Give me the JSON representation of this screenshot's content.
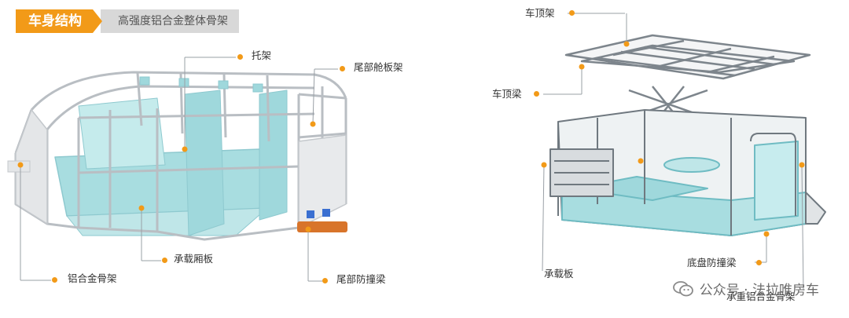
{
  "header": {
    "title": "车身结构",
    "subtitle": "高强度铝合金整体骨架"
  },
  "left_labels": {
    "tuojia": "托架",
    "weibu_cangbanjia": "尾部舱板架",
    "chengzai_xiangban": "承载厢板",
    "lvhejin_gujia": "铝合金骨架",
    "weibu_fangzhuangliang": "尾部防撞梁"
  },
  "right_labels": {
    "cheding_jia": "车顶架",
    "cheding_liang": "车顶梁",
    "chengzai_ban": "承载板",
    "dipan_fangzhuangliang": "底盘防撞梁",
    "chengzhong_lvhejin_gujia": "承重铝合金骨架"
  },
  "watermark": {
    "text": "公众号 · 法拉唯房车"
  },
  "colors": {
    "accent": "#f29a18",
    "panel": "#a8dde0",
    "frame": "#d6d9dc"
  }
}
